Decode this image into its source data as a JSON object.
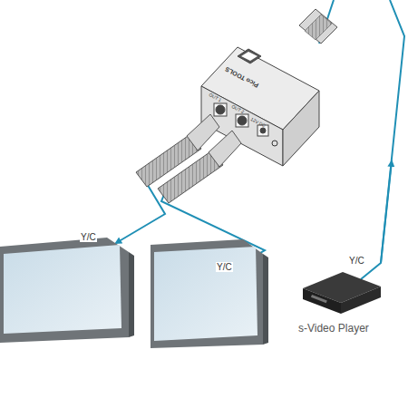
{
  "diagram": {
    "nodes": [
      {
        "text": [
          "Pico TOOLS",
          "OUT 1",
          "OUT 2",
          "12V DC"
        ]
      },
      {
        "text": [
          "s-Video Player"
        ]
      }
    ],
    "labels": [
      "Y/C",
      "Y/C",
      "Y/C"
    ]
  }
}
